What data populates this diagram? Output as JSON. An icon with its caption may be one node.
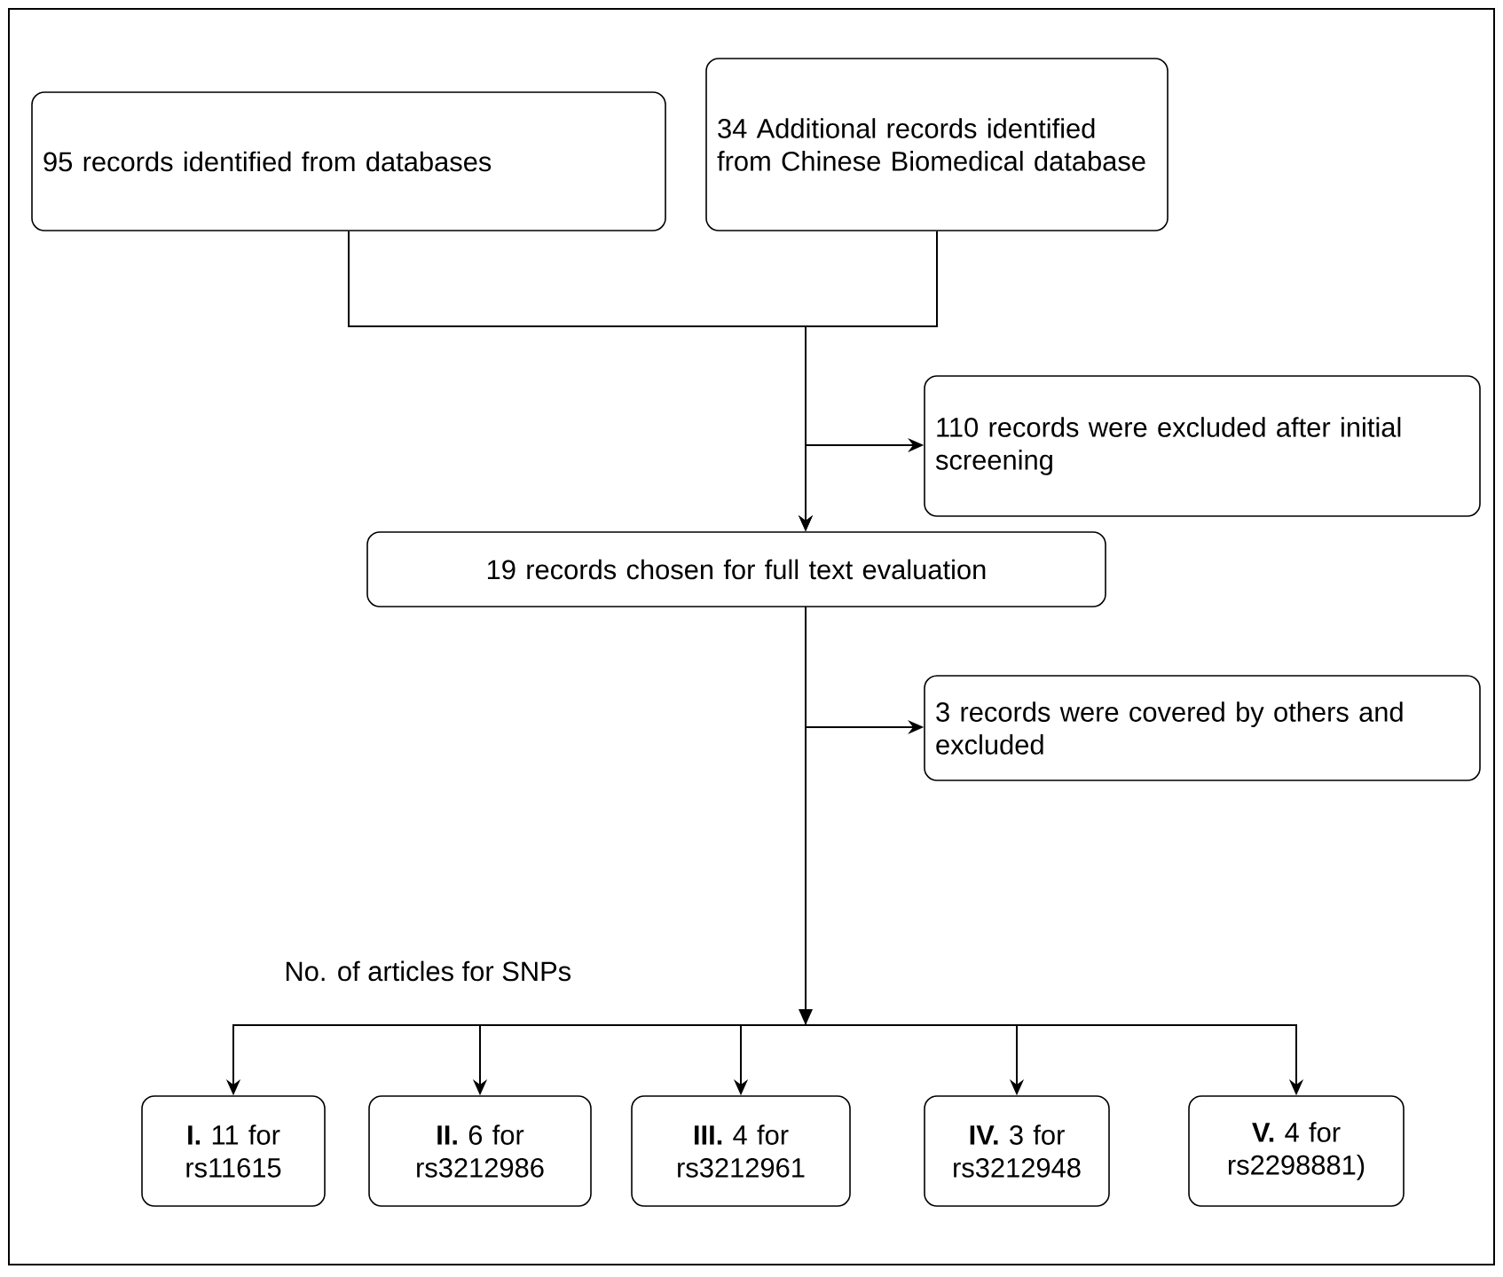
{
  "diagram": {
    "nodes": [
      {
        "text": [
          "95 records identified from databases"
        ]
      },
      {
        "text": [
          "34 Additional records identified from Chinese Biomedical database"
        ]
      },
      {
        "text": [
          "110 records were excluded after initial screening"
        ]
      },
      {
        "text": [
          "19 records chosen for full text evaluation"
        ]
      },
      {
        "text": [
          "3 records were covered by others and excluded"
        ]
      },
      {
        "text": [
          "**I.** 11 for rs11615"
        ]
      },
      {
        "text": [
          "**II.** 6 for rs3212986"
        ]
      },
      {
        "text": [
          "**III.** 4 for rs3212961"
        ]
      },
      {
        "text": [
          "**IV.** 3 for rs3212948"
        ]
      },
      {
        "text": [
          "**V.** 4 for rs2298881)"
        ]
      }
    ],
    "edges": [
      {
        "from": 0,
        "to": 3,
        "arrow": "to"
      },
      {
        "from": 1,
        "to": 3,
        "arrow": "to"
      },
      {
        "from": null,
        "to": 2,
        "arrow": "to"
      },
      {
        "from": null,
        "to": 4,
        "arrow": "to"
      },
      {
        "from": 3,
        "to": 5,
        "arrow": "to"
      },
      {
        "from": 3,
        "to": 6,
        "arrow": "to"
      },
      {
        "from": 3,
        "to": 7,
        "arrow": "to"
      },
      {
        "from": 3,
        "to": 8,
        "arrow": "to"
      },
      {
        "from": 3,
        "to": 9,
        "arrow": "to"
      }
    ],
    "labels": [
      "No. of articles for SNPs"
    ]
  }
}
